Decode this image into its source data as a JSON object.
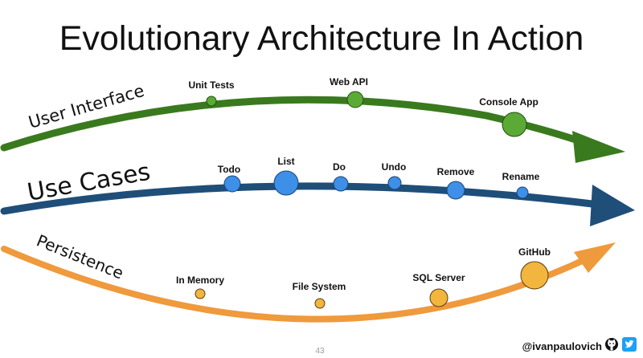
{
  "title": "Evolutionary Architecture In Action",
  "lanes": [
    {
      "label": "User Interface",
      "color": "#3a7a1e",
      "nodes": [
        {
          "label": "Unit Tests"
        },
        {
          "label": "Web API"
        },
        {
          "label": "Console App"
        }
      ]
    },
    {
      "label": "Use Cases",
      "color": "#1f4e79",
      "nodes": [
        {
          "label": "Todo"
        },
        {
          "label": "List"
        },
        {
          "label": "Do"
        },
        {
          "label": "Undo"
        },
        {
          "label": "Remove"
        },
        {
          "label": "Rename"
        }
      ]
    },
    {
      "label": "Persistence",
      "color": "#ef9a3c",
      "nodes": [
        {
          "label": "In Memory"
        },
        {
          "label": "File System"
        },
        {
          "label": "SQL Server"
        },
        {
          "label": "GitHub"
        }
      ]
    }
  ],
  "footer": {
    "page_number": "43",
    "handle": "@ivanpaulovich",
    "icons": [
      "github-icon",
      "twitter-icon"
    ]
  },
  "colors": {
    "ui_node": "#5aaa35",
    "use_case_node": "#3d8fe8",
    "persistence_node": "#f2b53d",
    "twitter": "#1da1f2"
  }
}
